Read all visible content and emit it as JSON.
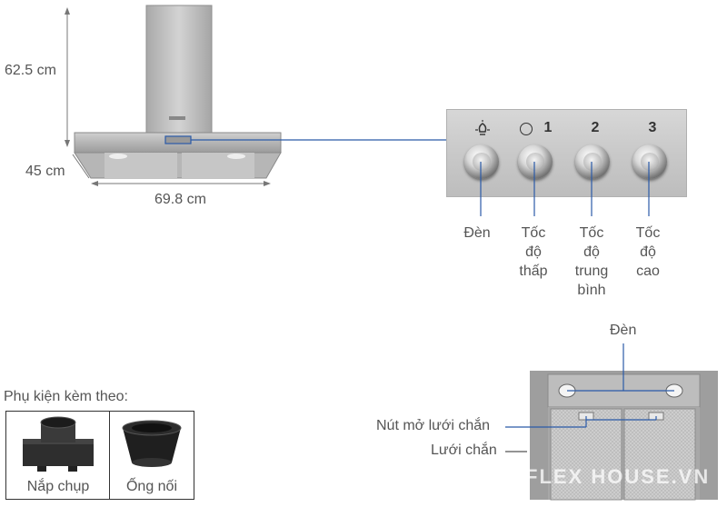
{
  "dimensions": {
    "height": "62.5 cm",
    "depth": "45 cm",
    "width": "69.8 cm"
  },
  "panel": {
    "symbols": [
      "1",
      "2",
      "3"
    ],
    "labels": [
      [
        "Đèn"
      ],
      [
        "Tốc",
        "độ",
        "thấp"
      ],
      [
        "Tốc",
        "độ",
        "trung",
        "bình"
      ],
      [
        "Tốc",
        "độ",
        "cao"
      ]
    ]
  },
  "underside": {
    "light_label": "Đèn",
    "button_label": "Nút mở lưới chắn",
    "filter_label": "Lưới chắn"
  },
  "accessories": {
    "title": "Phụ kiện kèm theo:",
    "items": [
      "Nắp chụp",
      "Ống nối"
    ]
  },
  "watermark": "FLEX HOUSE.VN",
  "colors": {
    "callout_line": "#2a5aa8",
    "steel": "#bdbdbd"
  }
}
